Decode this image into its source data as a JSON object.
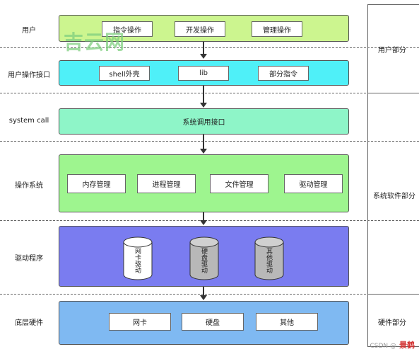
{
  "layers": {
    "user": {
      "label": "用户",
      "buttons": [
        "指令操作",
        "开发操作",
        "管理操作"
      ]
    },
    "user_interface": {
      "label": "用户操作接口",
      "buttons": [
        "shell外壳",
        "lib",
        "部分指令"
      ]
    },
    "syscall": {
      "label": "system call",
      "box_text": "系统调用接口"
    },
    "os": {
      "label": "操作系统",
      "buttons": [
        "内存管理",
        "进程管理",
        "文件管理",
        "驱动管理"
      ]
    },
    "driver": {
      "label": "驱动程序",
      "drives": [
        "网卡驱动",
        "硬盘驱动",
        "其他驱动"
      ]
    },
    "hardware": {
      "label": "底层硬件",
      "buttons": [
        "网卡",
        "硬盘",
        "其他"
      ]
    }
  },
  "groups": {
    "user_part": "用户部分",
    "system_software": "系统软件部分",
    "hardware_part": "硬件部分"
  },
  "watermark": {
    "logo": "吉云网",
    "csdn": "CSDN @",
    "author": "景鹤"
  },
  "colors": {
    "user": "#ccf58f",
    "user_interface": "#4ff0f8",
    "syscall": "#8ef5c8",
    "os": "#9ef58f",
    "driver": "#7a7cf0",
    "hardware": "#7fb9f2"
  }
}
